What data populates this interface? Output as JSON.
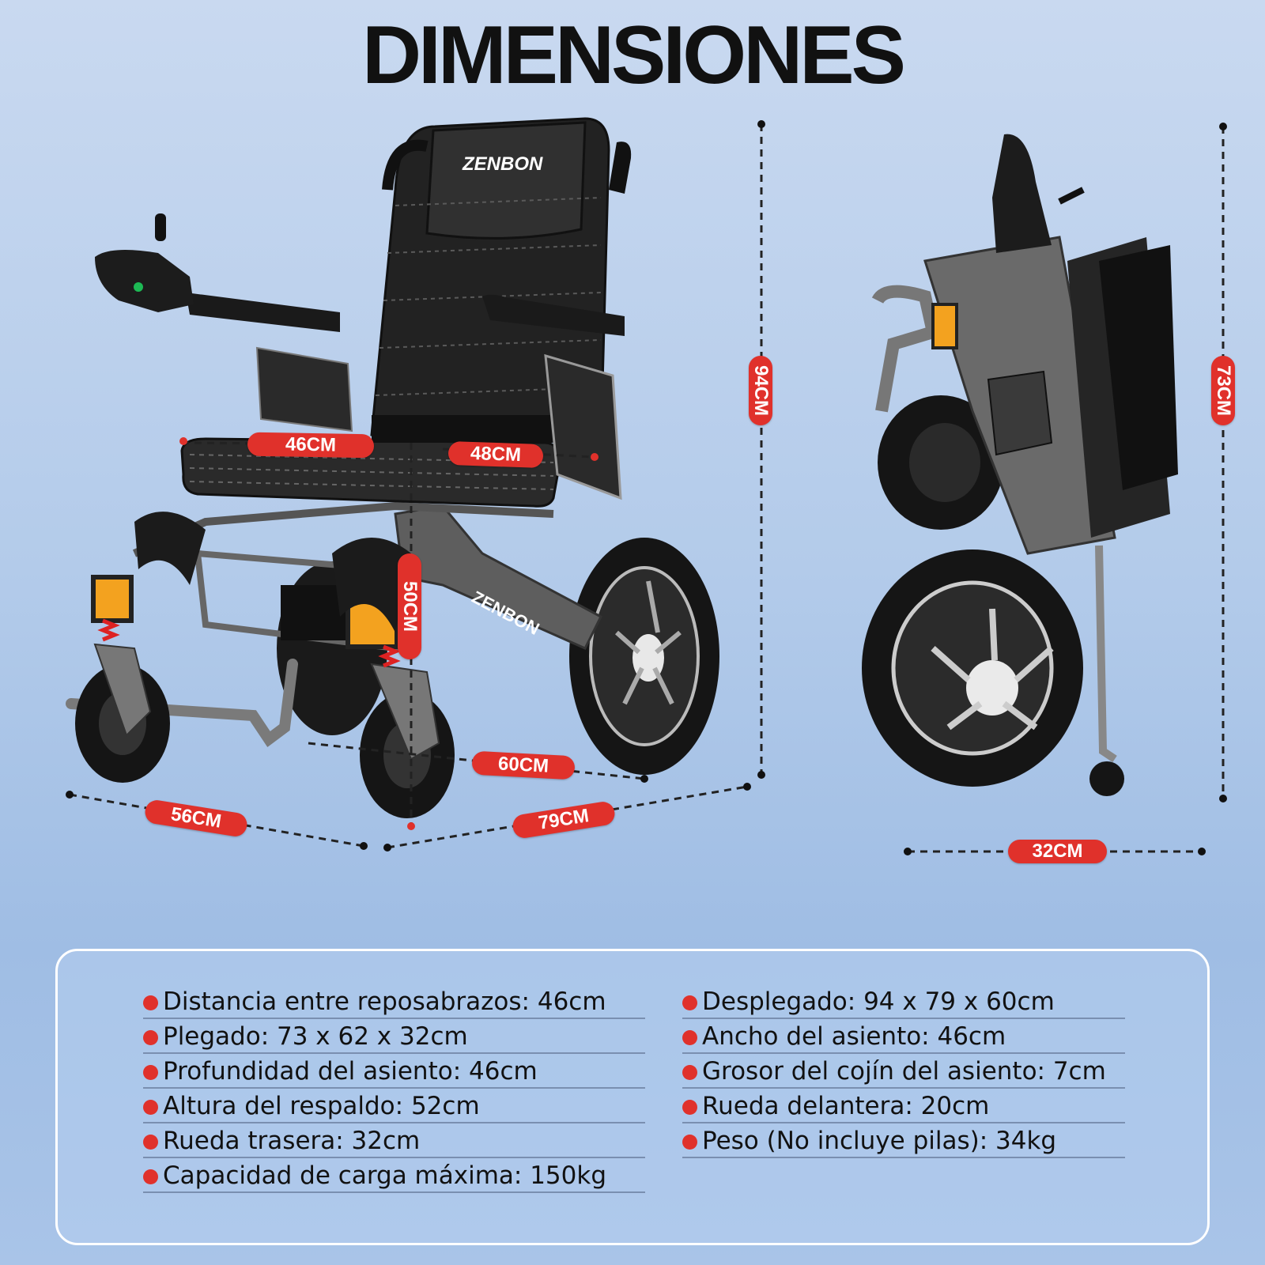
{
  "title": "DIMENSIONES",
  "brand": "ZENBON",
  "dimensions": {
    "armrest_gap": "46CM",
    "seat_width": "48CM",
    "seat_height": "50CM",
    "overall_height": "94CM",
    "front_width": "56CM",
    "side_depth": "60CM",
    "overall_length": "79CM",
    "folded_height": "73CM",
    "folded_width": "32CM"
  },
  "specs_left": [
    "Distancia entre reposabrazos: 46cm",
    "Plegado: 73 x 62 x 32cm",
    "Profundidad del asiento: 46cm",
    "Altura del respaldo: 52cm",
    "Rueda trasera: 32cm",
    "Capacidad de carga máxima: 150kg"
  ],
  "specs_right": [
    "Desplegado: 94 x 79 x 60cm",
    "Ancho del asiento: 46cm",
    "Grosor del cojín del asiento: 7cm",
    "Rueda delantera: 20cm",
    "Peso (No incluye pilas): 34kg"
  ],
  "colors": {
    "accent": "#e0312b",
    "title": "#111111",
    "background": "#b3cbea"
  }
}
